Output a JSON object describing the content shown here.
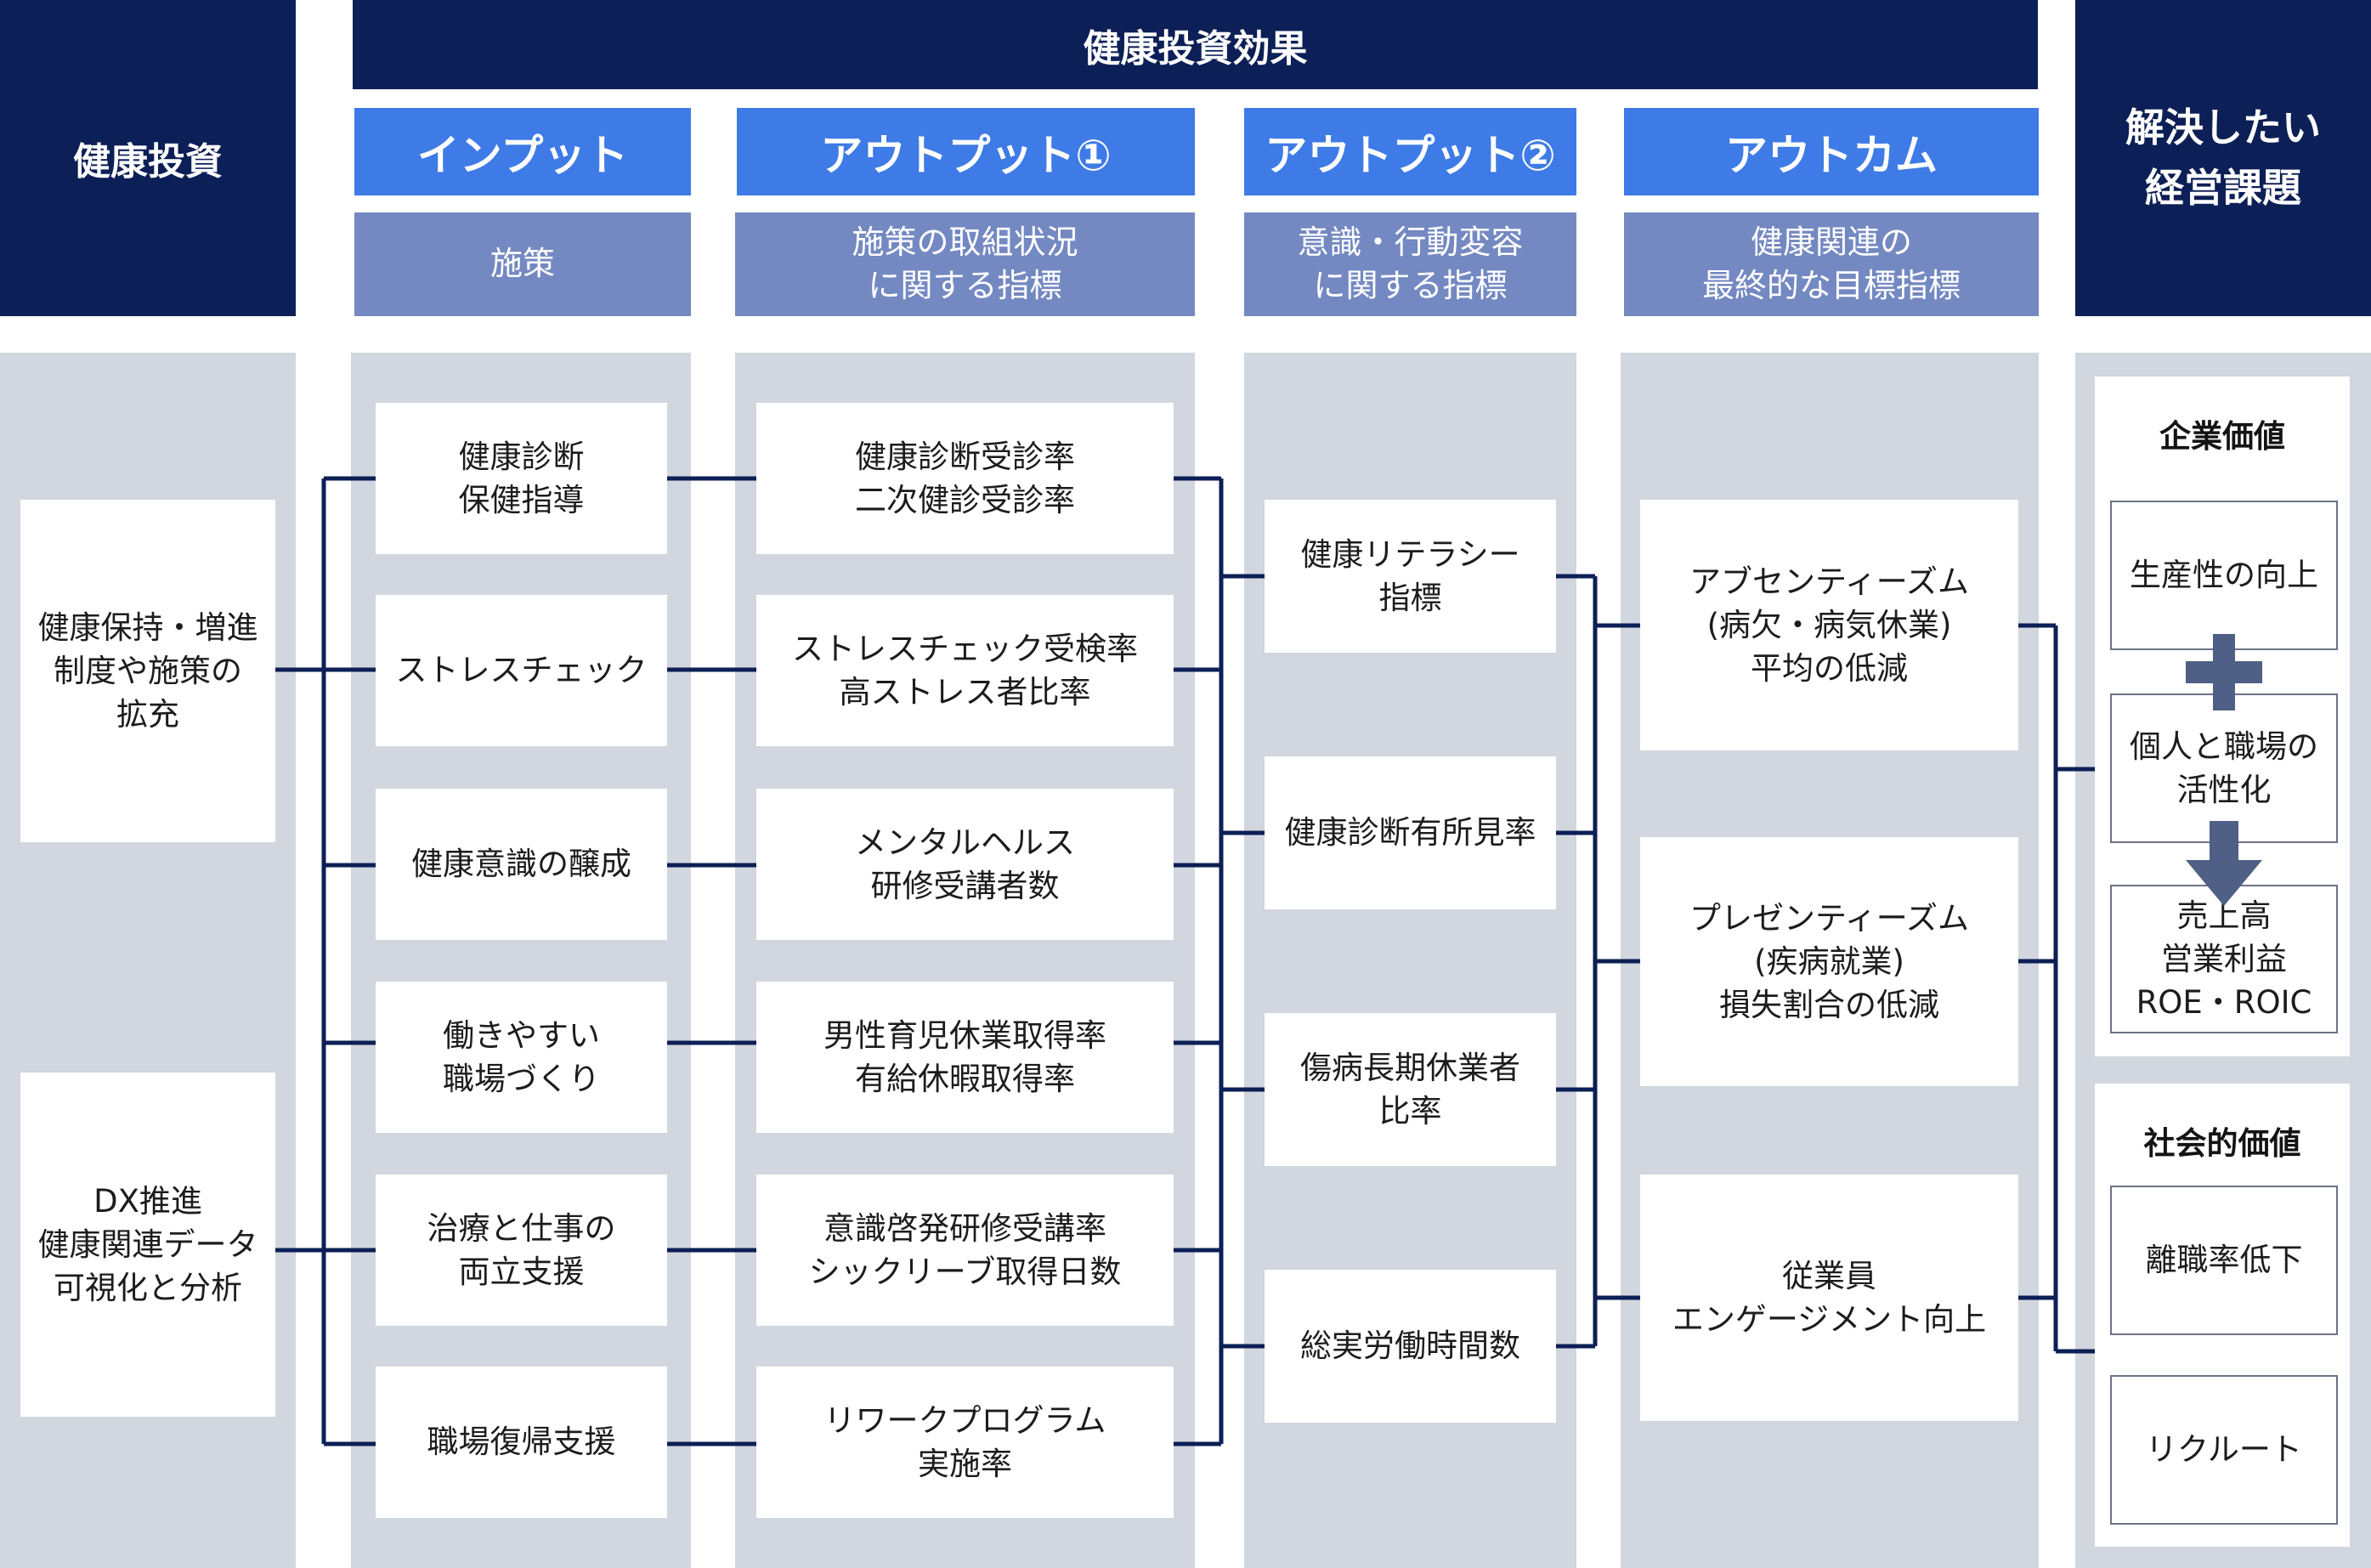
{
  "header": {
    "investment": "健康投資",
    "effect": "健康投資効果",
    "issue": "解決したい\n経営課題"
  },
  "columns": {
    "input": {
      "title": "インプット",
      "sub": "施策"
    },
    "output1": {
      "title": "アウトプット①",
      "sub": "施策の取組状況\nに関する指標"
    },
    "output2": {
      "title": "アウトプット②",
      "sub": "意識・行動変容\nに関する指標"
    },
    "outcome": {
      "title": "アウトカム",
      "sub": "健康関連の\n最終的な目標指標"
    }
  },
  "investment_items": [
    "健康保持・増進\n制度や施策の\n拡充",
    "DX推進\n健康関連データ\n可視化と分析"
  ],
  "inputs": [
    "健康診断\n保健指導",
    "ストレスチェック",
    "健康意識の醸成",
    "働きやすい\n職場づくり",
    "治療と仕事の\n両立支援",
    "職場復帰支援"
  ],
  "outputs1": [
    "健康診断受診率\n二次健診受診率",
    "ストレスチェック受検率\n高ストレス者比率",
    "メンタルヘルス\n研修受講者数",
    "男性育児休業取得率\n有給休暇取得率",
    "意識啓発研修受講率\nシックリーブ取得日数",
    "リワークプログラム\n実施率"
  ],
  "outputs2": [
    "健康リテラシー\n指標",
    "健康診断有所見率",
    "傷病長期休業者\n比率",
    "総実労働時間数"
  ],
  "outcomes": [
    "アブセンティーズム\n(病欠・病気休業)\n平均の低減",
    "プレゼンティーズム\n(疾病就業)\n損失割合の低減",
    "従業員\nエンゲージメント向上"
  ],
  "corporate_value": {
    "title": "企業価値",
    "items": [
      "生産性の向上",
      "個人と職場の\n活性化",
      "売上高\n営業利益\nROE・ROIC"
    ]
  },
  "social_value": {
    "title": "社会的価値",
    "items": [
      "離職率低下",
      "リクルート"
    ]
  },
  "colors": {
    "navy": "#0c1f56",
    "blue": "#3e7be6",
    "sub": "#7489c2",
    "column": "#d2d6de",
    "line": "#0c1f56",
    "arrow": "#4f5f86"
  }
}
